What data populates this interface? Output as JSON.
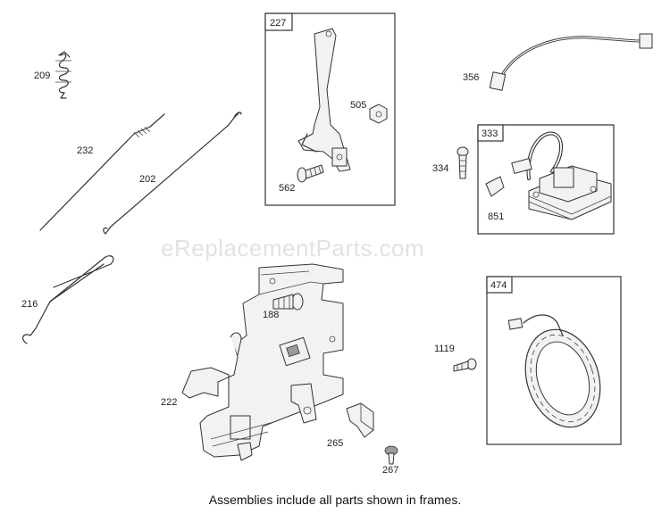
{
  "watermark": "eReplacementParts.com",
  "caption": "Assemblies include all parts shown in frames.",
  "frames": {
    "f227": "227",
    "f333": "333",
    "f474": "474"
  },
  "parts": {
    "p209": "209",
    "p232": "232",
    "p202": "202",
    "p216": "216",
    "p505": "505",
    "p562": "562",
    "p356": "356",
    "p334": "334",
    "p851": "851",
    "p188": "188",
    "p222": "222",
    "p265": "265",
    "p267": "267",
    "p1119": "1119"
  }
}
